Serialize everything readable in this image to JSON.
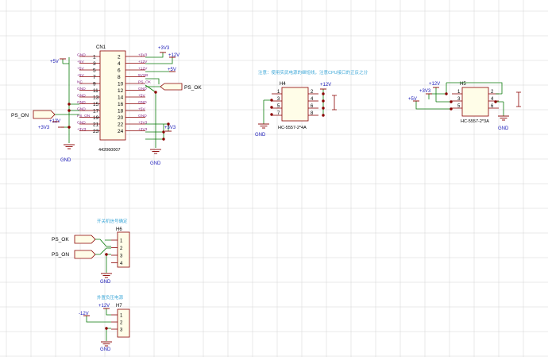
{
  "colors": {
    "grid": "#d4d4d4",
    "wire": "#0a7a0a",
    "part": "#8b0000",
    "body_fill": "#fffde8",
    "net_label": "#1a1ab8",
    "pin_text": "#8a2a8a",
    "comment": "#3ea8d8",
    "junction": "#8b0000"
  },
  "cn1": {
    "designator": "CN1",
    "part_number": "442060007",
    "odd_pins": [
      "1",
      "3",
      "5",
      "7",
      "9",
      "11",
      "13",
      "15",
      "17",
      "19",
      "21",
      "23"
    ],
    "even_pins": [
      "2",
      "4",
      "6",
      "8",
      "10",
      "12",
      "14",
      "16",
      "18",
      "20",
      "22",
      "24"
    ],
    "left_labels": [
      "GND",
      "+5V",
      "+5V",
      "+5V",
      "NC",
      "GND",
      "GND",
      "GND",
      "GND",
      "PS_ON",
      "GND",
      "+3V3"
    ],
    "right_labels": [
      "+3V3",
      "+12V",
      "+12V",
      "5VSB",
      "PS_OK",
      "GND",
      "+5V",
      "GND",
      "+5V",
      "GND",
      "+3V3",
      "+3V3"
    ]
  },
  "h4": {
    "designator": "H4",
    "part_number": "HC-5557-2*4A",
    "left_pins": [
      "1",
      "3",
      "5",
      "7"
    ],
    "right_pins": [
      "2",
      "4",
      "6",
      "8"
    ]
  },
  "h5": {
    "designator": "H5",
    "part_number": "HC-5557-2*3A",
    "left_pins": [
      "1",
      "3",
      "5"
    ],
    "right_pins": [
      "2",
      "4",
      "6"
    ]
  },
  "h6": {
    "designator": "H6",
    "pins": [
      "1",
      "2",
      "3",
      "4"
    ],
    "note": "开关机信号确定"
  },
  "h7": {
    "designator": "H7",
    "pins": [
      "1",
      "2",
      "3"
    ],
    "note": "外置负压电源"
  },
  "note_top": "注意：使用实武电源的继短线，注意CPU接口的正反之分",
  "nets": {
    "p5v": "+5V",
    "p12v": "+12V",
    "n12v": "-12V",
    "p3v3": "+3V3",
    "gnd": "GND",
    "ps_on": "PS_ON",
    "ps_ok": "PS_OK"
  }
}
